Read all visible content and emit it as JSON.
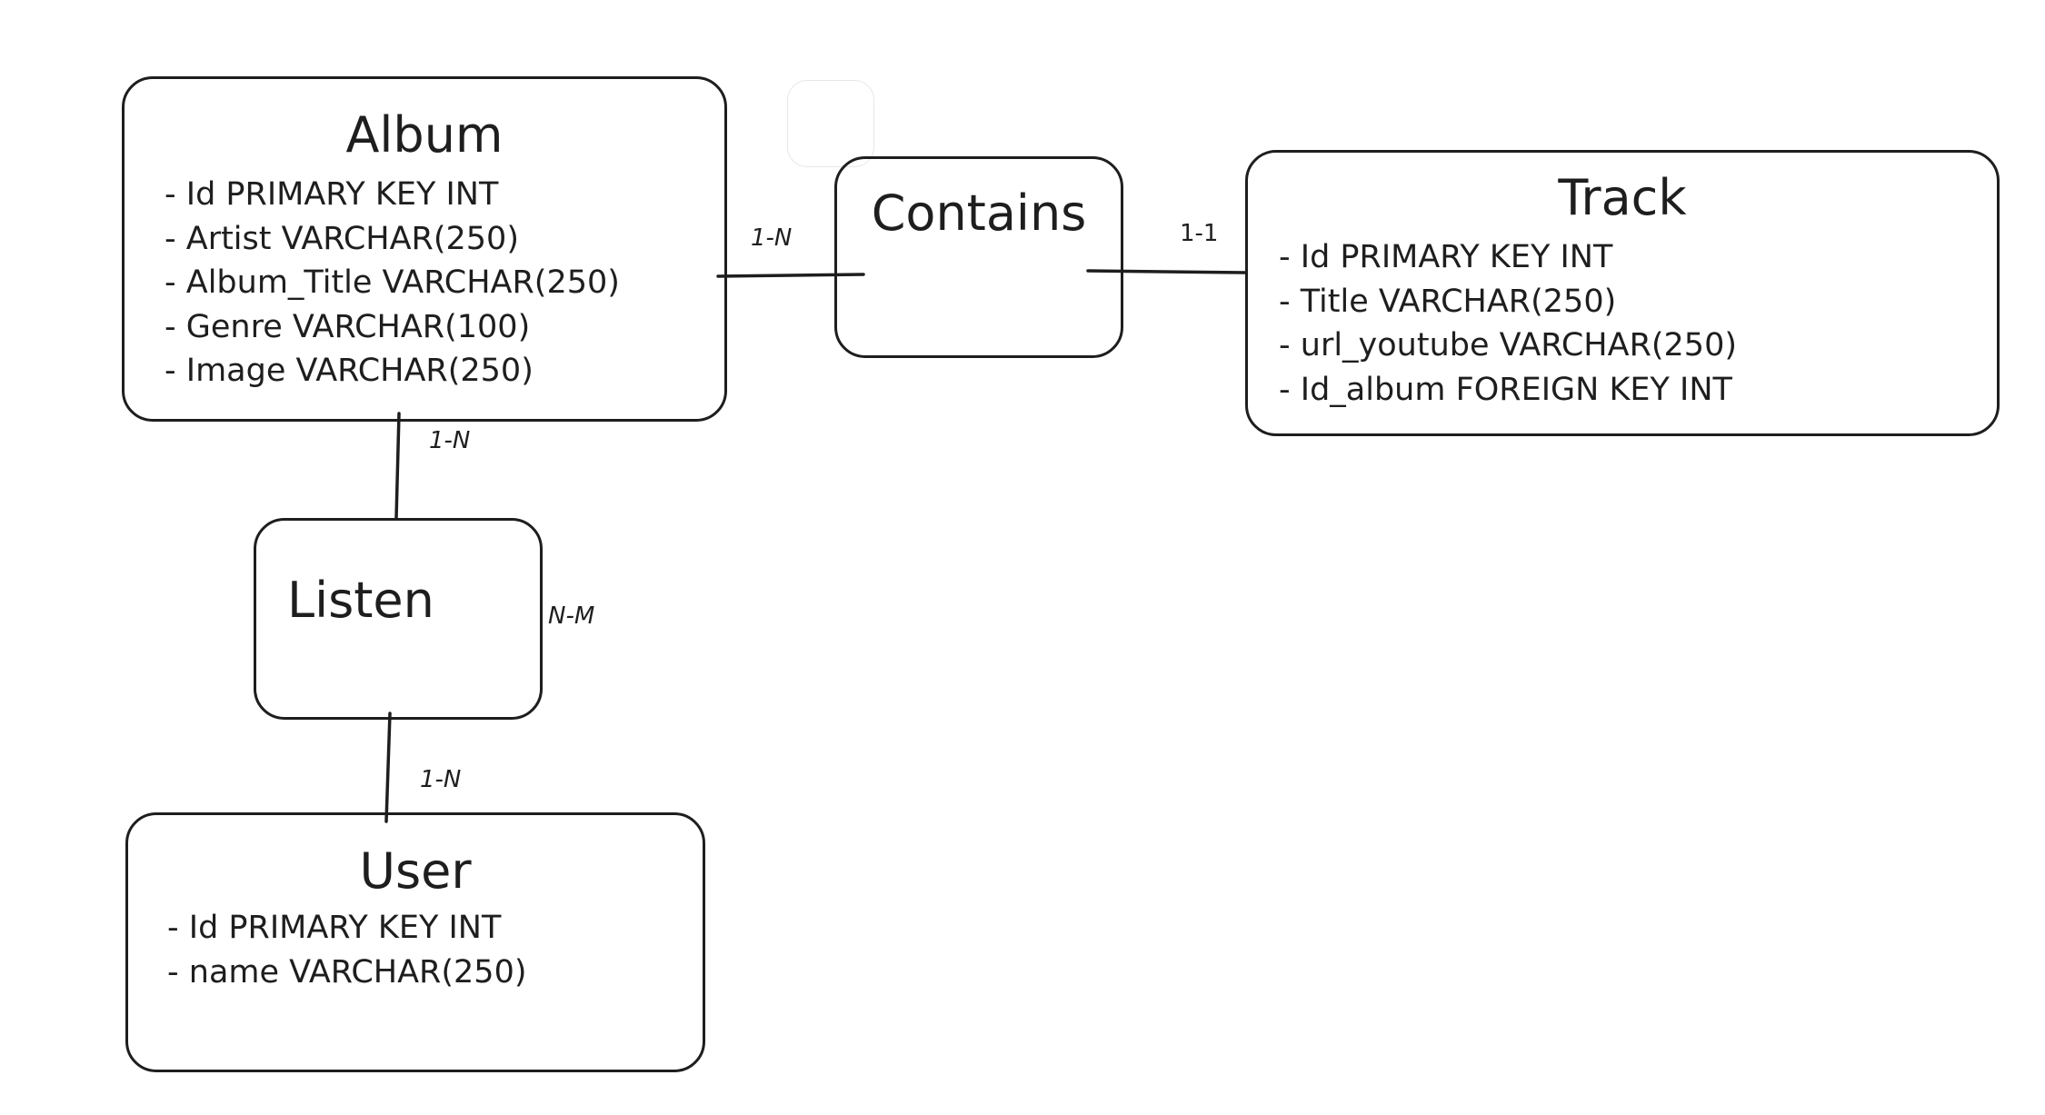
{
  "diagram": {
    "entities": [
      {
        "id": "album",
        "title": "Album",
        "fields": [
          "- Id PRIMARY KEY INT",
          "- Artist VARCHAR(250)",
          "- Album_Title VARCHAR(250)",
          "- Genre VARCHAR(100)",
          "- Image VARCHAR(250)"
        ]
      },
      {
        "id": "track",
        "title": "Track",
        "fields": [
          "- Id PRIMARY KEY INT",
          "- Title VARCHAR(250)",
          "- url_youtube VARCHAR(250)",
          "- Id_album FOREIGN KEY INT"
        ]
      },
      {
        "id": "user",
        "title": "User",
        "fields": [
          "- Id PRIMARY KEY INT",
          "- name VARCHAR(250)"
        ]
      }
    ],
    "relationships": [
      {
        "id": "contains",
        "title": "Contains"
      },
      {
        "id": "listen",
        "title": "Listen"
      }
    ],
    "cardinalities": {
      "album_contains": "1-N",
      "contains_track": "1-1",
      "album_listen": "1-N",
      "listen_side": "N-M",
      "listen_user": "1-N"
    },
    "colors": {
      "stroke": "#1e1e1e",
      "background": "#ffffff",
      "ghost_stroke": "#e6e6e6"
    }
  }
}
